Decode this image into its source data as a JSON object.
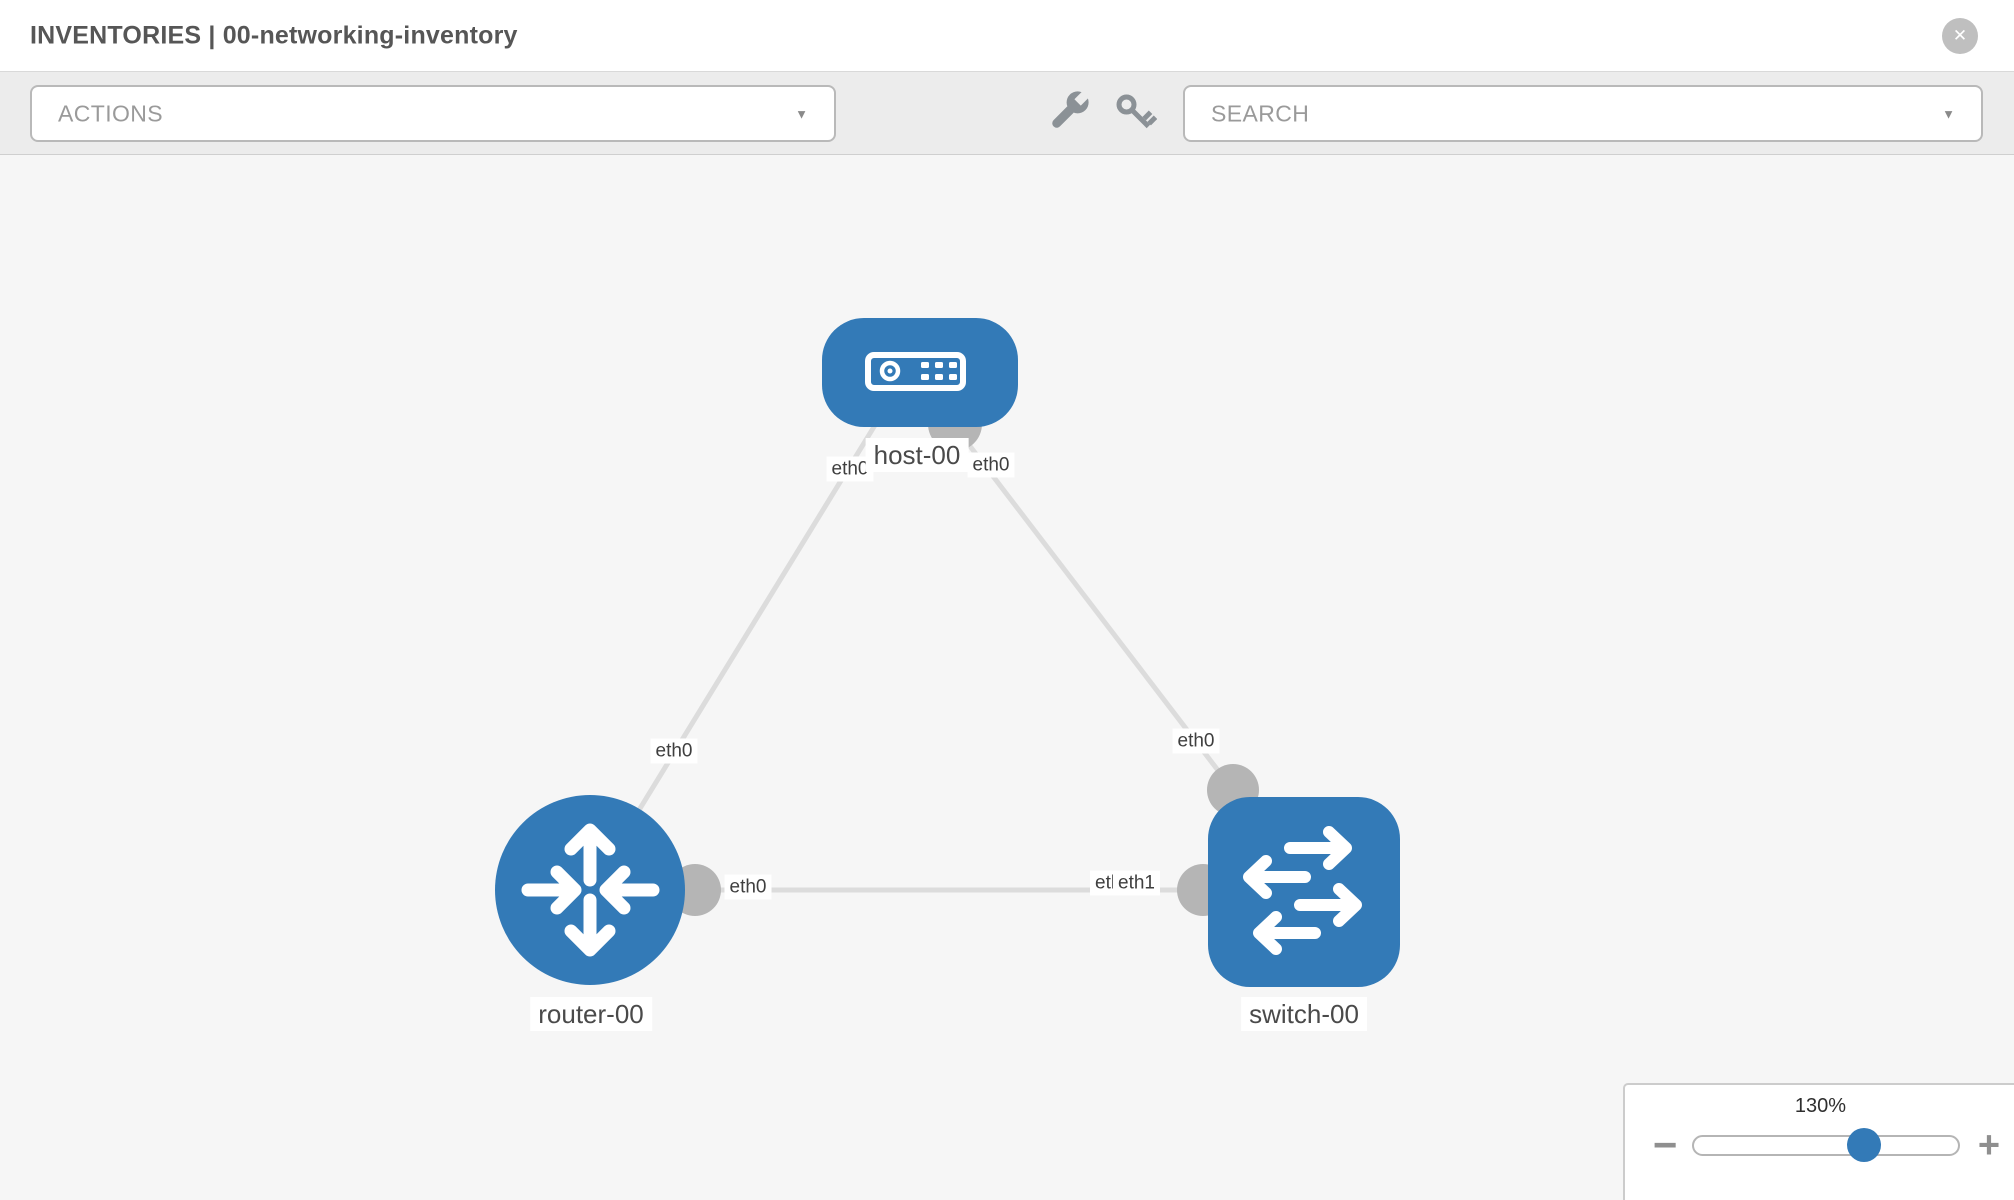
{
  "header": {
    "title": "INVENTORIES | 00-networking-inventory"
  },
  "icons": {
    "close": "✕",
    "caret": "▼",
    "minus": "−",
    "plus": "+",
    "wrench": "wrench-icon",
    "key": "key-icon"
  },
  "toolbar": {
    "actions_label": "ACTIONS",
    "search_label": "SEARCH"
  },
  "topology": {
    "nodes": [
      {
        "label": "host-00",
        "type": "host"
      },
      {
        "label": "router-00",
        "type": "router"
      },
      {
        "label": "switch-00",
        "type": "switch"
      }
    ],
    "links": [
      {
        "from": "host-00",
        "to": "router-00"
      },
      {
        "from": "host-00",
        "to": "switch-00"
      },
      {
        "from": "router-00",
        "to": "switch-00"
      }
    ],
    "interfaces": {
      "host_to_router": "eth0",
      "host_to_switch": "eth0",
      "router_to_host": "eth0",
      "router_to_switch": "eth0",
      "switch_to_host": "eth0",
      "switch_to_router": "eth1",
      "overlapped": "eth0"
    }
  },
  "zoom_control": {
    "level": "130%"
  },
  "colors": {
    "node_blue": "#337ab7",
    "link_gray": "#dcdcdc",
    "interface_gray": "#b5b5b5",
    "canvas_bg": "#f6f6f6",
    "toolbar_bg": "#ececec"
  }
}
